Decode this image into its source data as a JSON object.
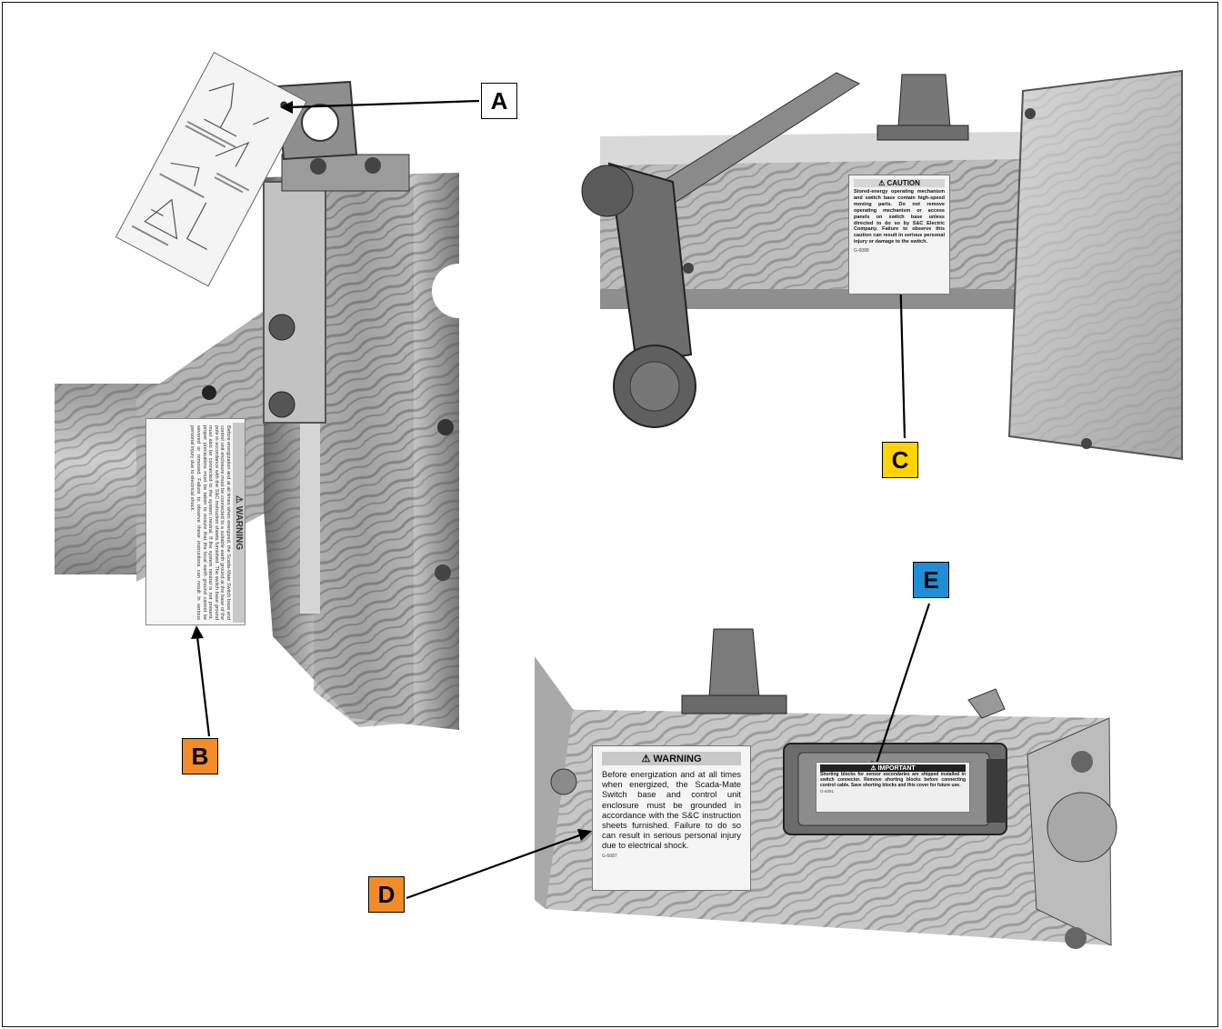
{
  "callouts": {
    "a": "A",
    "b": "B",
    "c": "C",
    "d": "D",
    "e": "E"
  },
  "colors": {
    "callout_white": "#ffffff",
    "callout_orange": "#f28c28",
    "callout_yellow": "#ffd400",
    "callout_blue": "#1e8fd6",
    "warning_bar": "#c8c8c8",
    "important_bar": "#222222"
  },
  "labels": {
    "tag_b": {
      "heading": "⚠ WARNING",
      "body": "Before energization and at all times when energized, the Scada-Mate Switch base and control unit enclosure must be connected to a suitable earth ground at the base of the pole in accordance with the S&C instruction sheets furnished. The switch base ground must also be connected to the system neutral. If the system neutral is not present, proper precautions must be taken to ensure that the local earth ground cannot be severed or removed. Failure to observe these instructions can result in serious personal injury due to electrical shock."
    },
    "caution_c": {
      "heading": "⚠ CAUTION",
      "body": "Stored-energy operating mechanism and switch base contain high-speed moving parts. Do not remove operating mechanism or access panels on switch base unless directed to do so by S&C Electric Company. Failure to observe this caution can result in serious personal injury or damage to the switch.",
      "code": "G-6088"
    },
    "warning_d": {
      "heading": "⚠ WARNING",
      "body": "Before energization and at all times when energized, the Scada-Mate Switch base and control unit enclosure must be grounded in accordance with the S&C instruction sheets furnished. Failure to do so can result in serious personal injury due to electrical shock.",
      "code": "G-6087"
    },
    "important_e": {
      "heading": "⚠ IMPORTANT",
      "body": "Shorting blocks for sensor secondaries are shipped installed in switch connector. Remove shorting blocks before connecting control cable. Save shorting blocks and this cover for future use.",
      "code": "G-6091"
    }
  }
}
